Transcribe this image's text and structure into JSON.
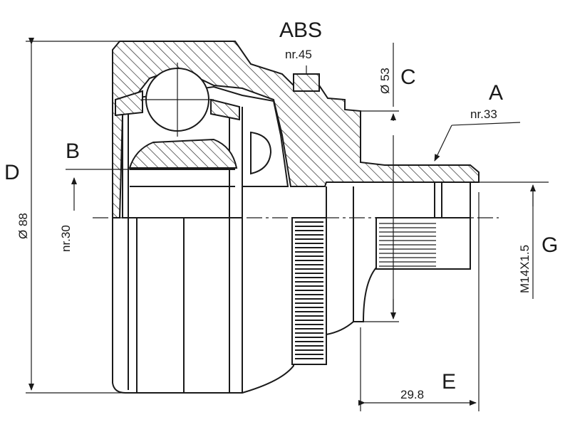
{
  "labels": {
    "abs": "ABS",
    "abs_nr": "nr.45",
    "c": "C",
    "c_dim": "Ø 53",
    "a": "A",
    "a_nr": "nr.33",
    "b": "B",
    "b_nr": "nr.30",
    "d": "D",
    "d_dim": "Ø 88",
    "g": "G",
    "g_dim": "M14X1.5",
    "e": "E",
    "e_dim": "29.8"
  },
  "colors": {
    "line": "#1a1a1a",
    "background": "#ffffff"
  }
}
